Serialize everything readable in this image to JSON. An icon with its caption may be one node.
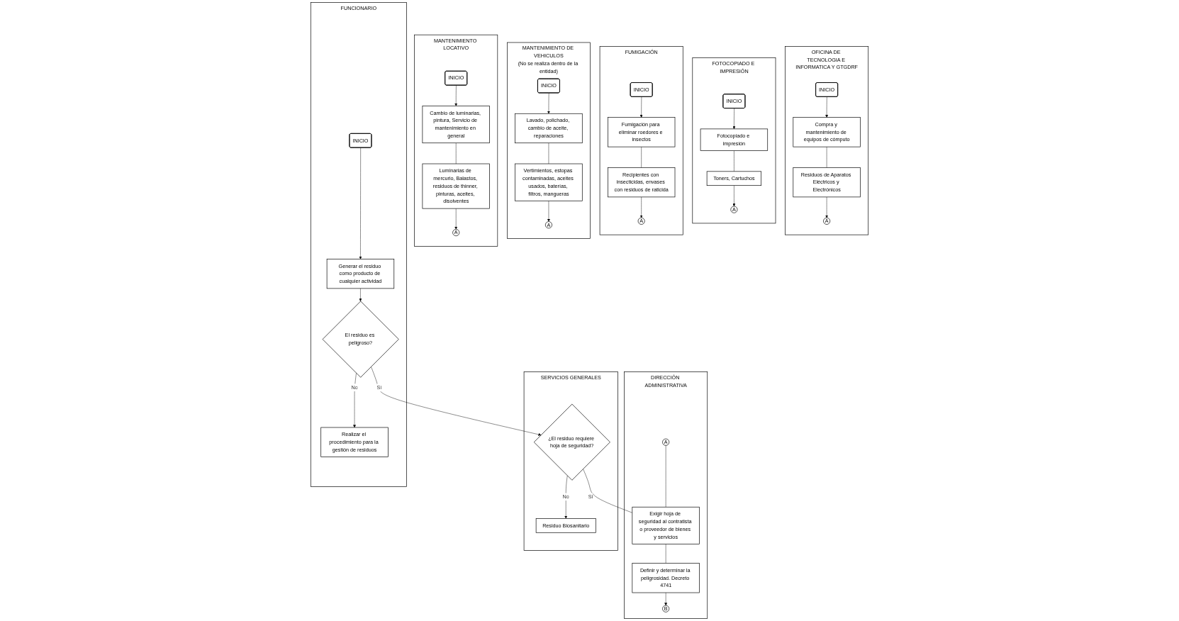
{
  "diagram": {
    "nodes": [
      {
        "text": [
          "FUNCIONARIO"
        ]
      },
      {
        "text": [
          "INICIO"
        ],
        "in": 0
      },
      {
        "text": [
          "Generar el residuo como producto de cualquier actividad"
        ],
        "in": 0
      },
      {
        "text": [
          "El residuo es peligroso?"
        ],
        "in": 0
      },
      {
        "text": [
          "Realizar el procedimiento para la gestión de residuos"
        ],
        "in": 0
      },
      {
        "text": [
          "SERVICIOS GENERALES"
        ]
      },
      {
        "text": [
          "¿El residuo requiere hoja de seguridad?"
        ],
        "in": 5
      },
      {
        "text": [
          "Residuo Biosanitario"
        ],
        "in": 5
      },
      {
        "text": [
          "DIRECCIÓN ADMINISTRATIVA"
        ]
      },
      {
        "text": [
          "A"
        ],
        "in": 8
      },
      {
        "text": [
          "Exigir hoja de seguridad al contratista o proveedor de bienes y servicios"
        ],
        "in": 8
      },
      {
        "text": [
          "Definir y determinar la peligrosidad. Decreto 4741"
        ],
        "in": 8
      },
      {
        "text": [
          "B"
        ],
        "in": 8
      },
      {
        "text": [
          "MANTENIMIENTO LOCATIVO"
        ]
      },
      {
        "text": [
          "INICIO"
        ],
        "in": 13
      },
      {
        "text": [
          "Cambio de luminarias, pintura, Servicio de mantenimiento en general"
        ],
        "in": 13
      },
      {
        "text": [
          "Luminarias de mercurio, Balastos, residuos de thinner, pinturas, aceites, disolventes"
        ],
        "in": 13
      },
      {
        "text": [
          "A"
        ],
        "in": 13
      },
      {
        "text": [
          "MANTENIMIENTO DE VEHICULOS",
          "(No se realiza dentro de la entidad)"
        ]
      },
      {
        "text": [
          "INICIO"
        ],
        "in": 18
      },
      {
        "text": [
          "Lavado, polichado, cambio de aceite, reparaciones"
        ],
        "in": 18
      },
      {
        "text": [
          "Vertimientos, estopas contaminadas, aceites usados, baterías, filtros, mangueras"
        ],
        "in": 18
      },
      {
        "text": [
          "A"
        ],
        "in": 18
      },
      {
        "text": [
          "FUMIGACIÓN"
        ]
      },
      {
        "text": [
          "INICIO"
        ],
        "in": 23
      },
      {
        "text": [
          "Fumigación para eliminar roedores e insectos"
        ],
        "in": 23
      },
      {
        "text": [
          "Recipientes con insecticidas, envases con residuos de raticida"
        ],
        "in": 23
      },
      {
        "text": [
          "A"
        ],
        "in": 23
      },
      {
        "text": [
          "FOTOCOPIADO E IMPRESIÓN"
        ]
      },
      {
        "text": [
          "INICIO"
        ],
        "in": 28
      },
      {
        "text": [
          "Fotocopiado e impresión"
        ],
        "in": 28
      },
      {
        "text": [
          "Toners, Cartuchos"
        ],
        "in": 28
      },
      {
        "text": [
          "A"
        ],
        "in": 28
      },
      {
        "text": [
          "OFICINA DE TECNOLOGIA E INFORMATICA Y GTGDRF"
        ]
      },
      {
        "text": [
          "INICIO"
        ],
        "in": 33
      },
      {
        "text": [
          "Compra y mantenimiento de equipos de cómputo"
        ],
        "in": 33
      },
      {
        "text": [
          "Residuos de Aparatos Eléctricos y Electrónicos"
        ],
        "in": 33
      },
      {
        "text": [
          "A"
        ],
        "in": 33
      }
    ],
    "edges": [
      {
        "from": 1,
        "to": 2,
        "arrow": "to"
      },
      {
        "from": 2,
        "to": 3,
        "arrow": "to"
      },
      {
        "from": 3,
        "to": 4,
        "arrow": "to",
        "label": "No"
      },
      {
        "from": 3,
        "to": 6,
        "arrow": "to",
        "label": "Si"
      },
      {
        "from": 6,
        "to": 10,
        "arrow": "none",
        "label": "Si"
      },
      {
        "from": 6,
        "to": 7,
        "arrow": "to",
        "label": "No"
      },
      {
        "from": 9,
        "to": 10,
        "arrow": "none"
      },
      {
        "from": 10,
        "to": 11,
        "arrow": "none"
      },
      {
        "from": 11,
        "to": 12,
        "arrow": "to"
      },
      {
        "from": 14,
        "to": 15,
        "arrow": "to"
      },
      {
        "from": 15,
        "to": 16,
        "arrow": "none"
      },
      {
        "from": 16,
        "to": 17,
        "arrow": "to"
      },
      {
        "from": 19,
        "to": 20,
        "arrow": "to"
      },
      {
        "from": 20,
        "to": 21,
        "arrow": "none"
      },
      {
        "from": 21,
        "to": 22,
        "arrow": "to"
      },
      {
        "from": 24,
        "to": 25,
        "arrow": "to"
      },
      {
        "from": 25,
        "to": 26,
        "arrow": "none"
      },
      {
        "from": 26,
        "to": 27,
        "arrow": "to"
      },
      {
        "from": 29,
        "to": 30,
        "arrow": "to"
      },
      {
        "from": 30,
        "to": 31,
        "arrow": "none"
      },
      {
        "from": 31,
        "to": 32,
        "arrow": "to"
      },
      {
        "from": 34,
        "to": 35,
        "arrow": "to"
      },
      {
        "from": 35,
        "to": 36,
        "arrow": "none"
      },
      {
        "from": 36,
        "to": 37,
        "arrow": "to"
      }
    ]
  }
}
